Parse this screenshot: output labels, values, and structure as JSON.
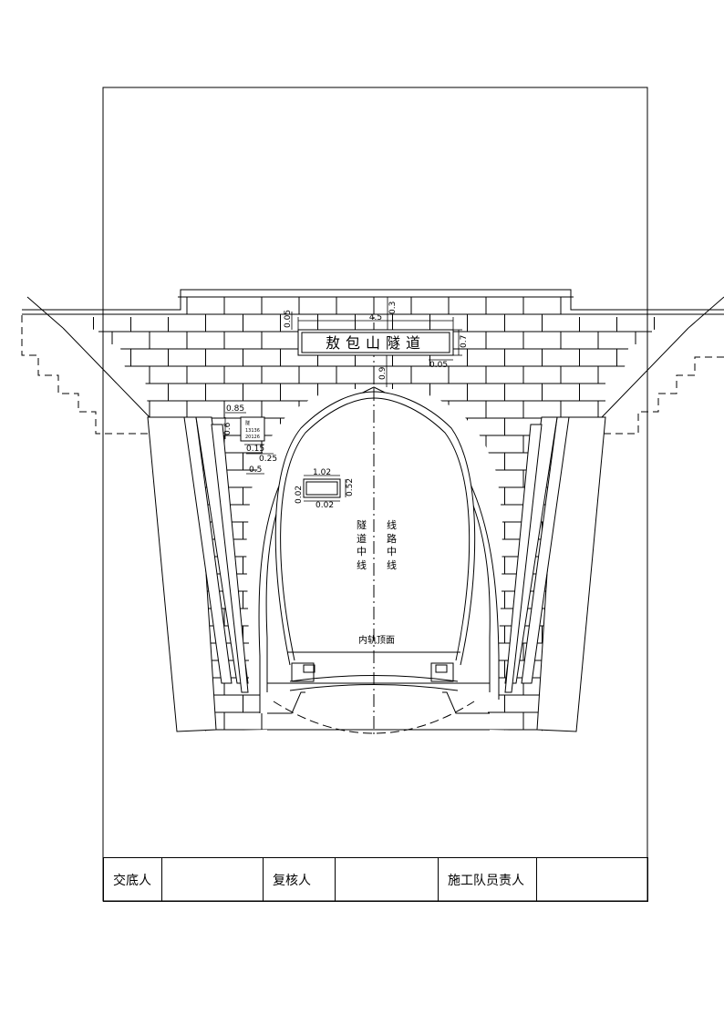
{
  "tunnel_name": "敖包山隧道",
  "dimensions": {
    "sign_width": "4.5",
    "sign_top_gap": "0.3",
    "sign_left_gap": "0.05",
    "sign_height": "0.7",
    "sign_bottom_gap": "0.05",
    "crown_to_sign": "0.9",
    "plate_width": "0.85",
    "plate_height": "0.6",
    "plate_offset_a": "0.15",
    "plate_offset_b": "0.25",
    "plate_offset_c": "0.5",
    "box_width": "1.02",
    "box_height": "0.52",
    "box_side": "0.02",
    "box_bottom": "0.02"
  },
  "small_plate": {
    "line1": "隧",
    "line2": "13136",
    "line3": "20126"
  },
  "labels": {
    "tunnel_centerline": [
      "隧",
      "道",
      "中",
      "线"
    ],
    "route_centerline": [
      "线",
      "路",
      "中",
      "线"
    ],
    "rail_top": "内轨顶面"
  },
  "signature": {
    "handover_label": "交底人",
    "handover_value": "",
    "review_label": "复核人",
    "review_value": "",
    "leader_label": "施工队员责人",
    "leader_value": ""
  }
}
